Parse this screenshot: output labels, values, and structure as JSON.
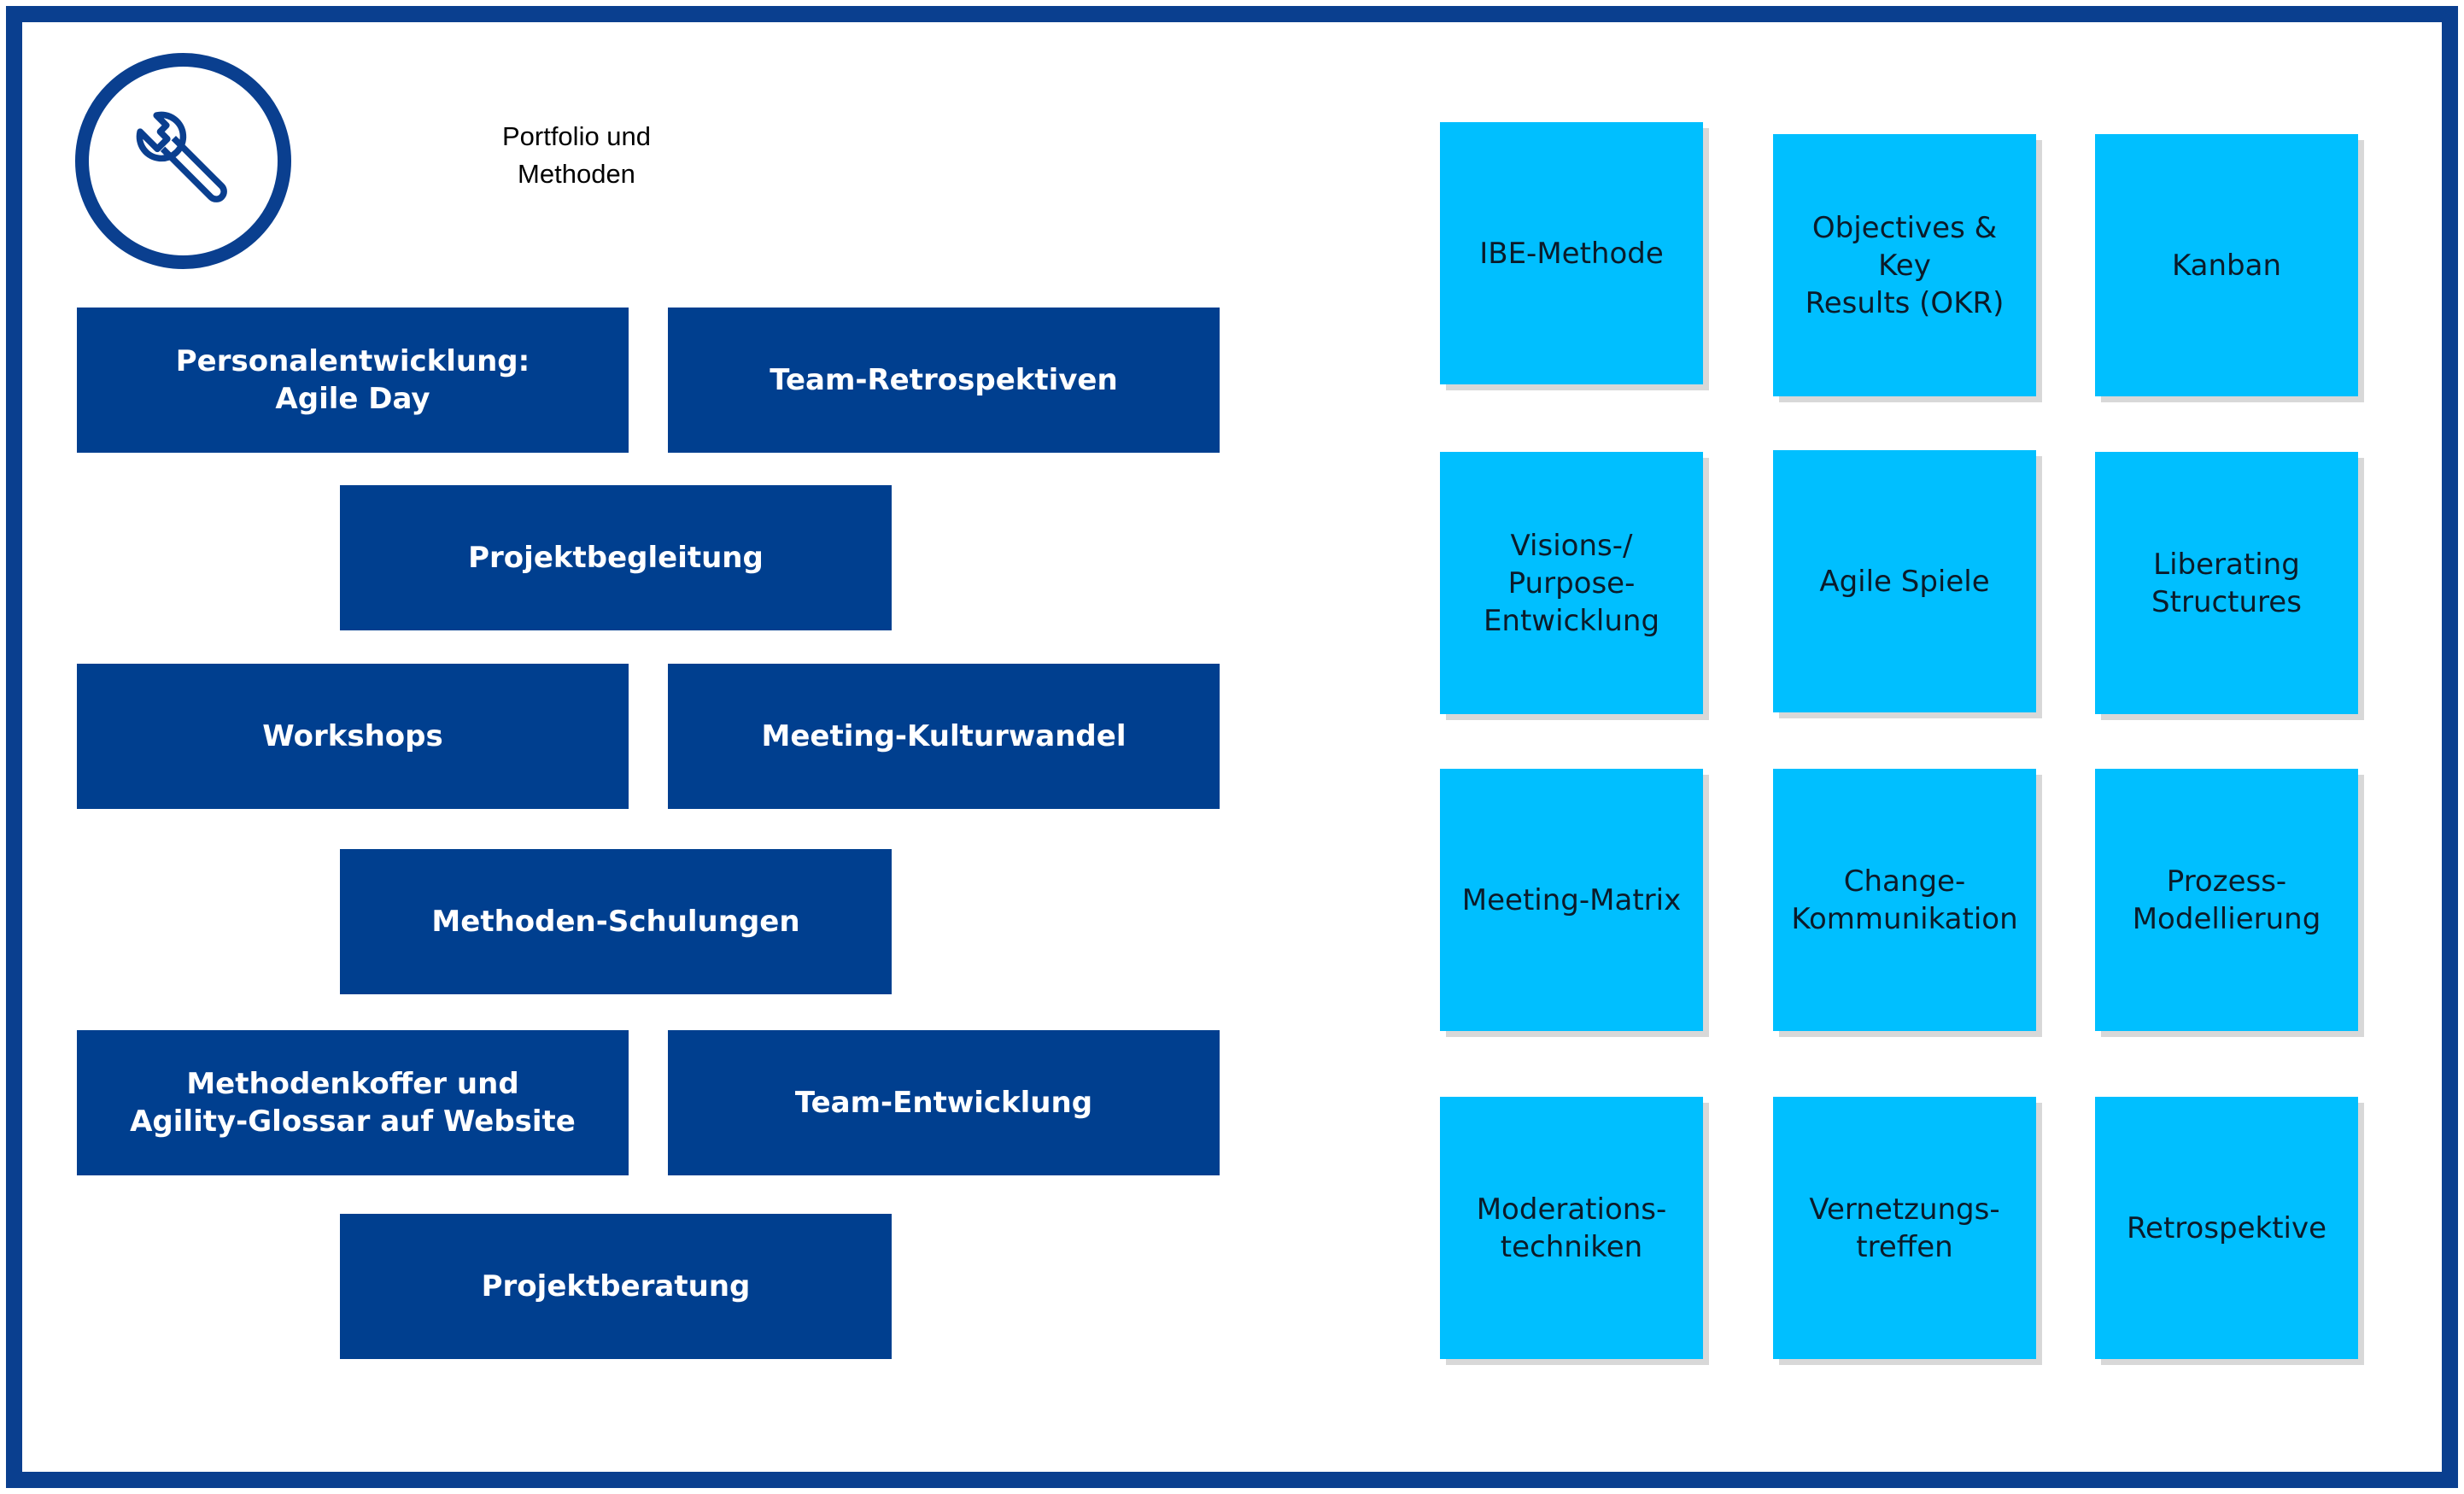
{
  "title": "Portfolio und\nMethoden",
  "icon": "wrench-icon",
  "colors": {
    "frame": "#0a3f8f",
    "service_box": "#003f8f",
    "method_note": "#00bfff"
  },
  "services": [
    "Personalentwicklung:\nAgile Day",
    "Team-Retrospektiven",
    "Projektbegleitung",
    "Workshops",
    "Meeting-Kulturwandel",
    "Methoden-Schulungen",
    "Methodenkoffer und\nAgility-Glossar auf Website",
    "Team-Entwicklung",
    "Projektberatung"
  ],
  "methods": [
    "IBE-Methode",
    "Objectives & Key\nResults (OKR)",
    "Kanban",
    "Visions-/\nPurpose-\nEntwicklung",
    "Agile Spiele",
    "Liberating\nStructures",
    "Meeting-Matrix",
    "Change-\nKommunikation",
    "Prozess-\nModellierung",
    "Moderations-\ntechniken",
    "Vernetzungs-\ntreffen",
    "Retrospektive"
  ]
}
